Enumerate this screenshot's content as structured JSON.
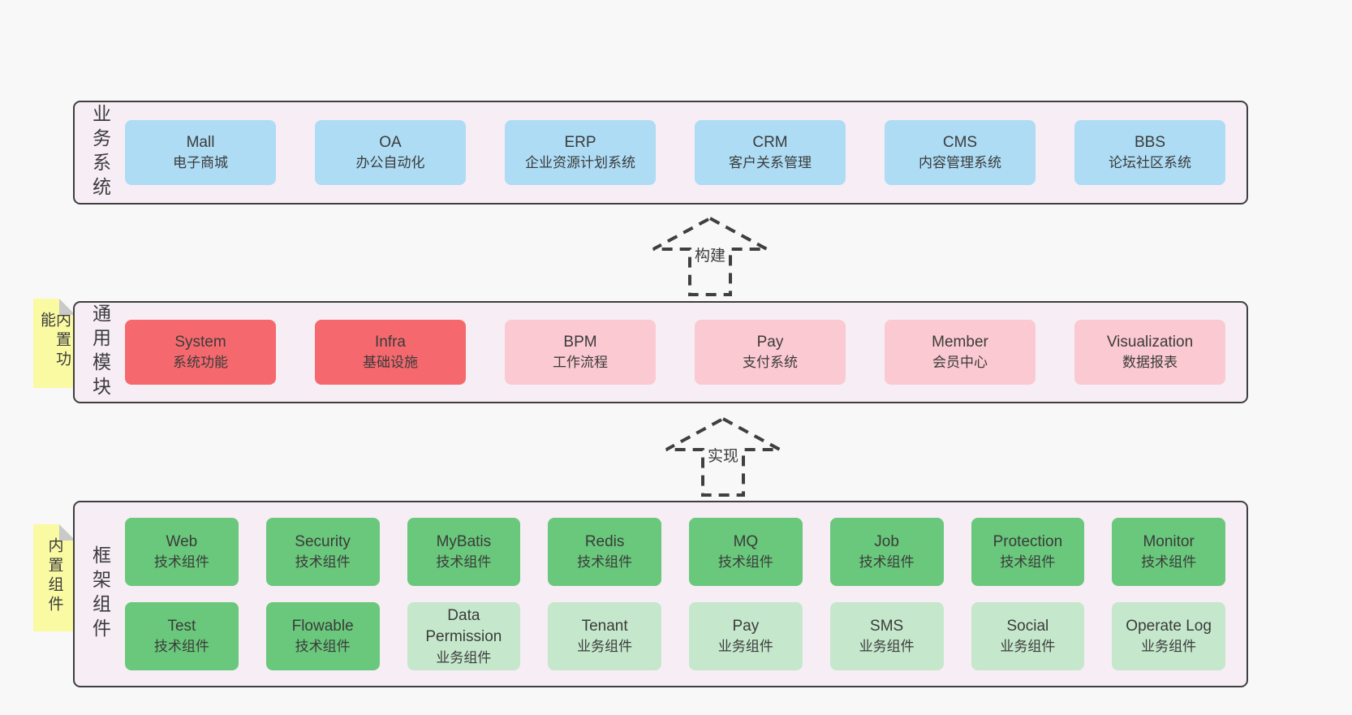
{
  "diagram": {
    "layers": [
      {
        "label": "业务系统",
        "boxes": [
          {
            "name": "Mall",
            "desc": "电子商城"
          },
          {
            "name": "OA",
            "desc": "办公自动化"
          },
          {
            "name": "ERP",
            "desc": "企业资源计划系统"
          },
          {
            "name": "CRM",
            "desc": "客户关系管理"
          },
          {
            "name": "CMS",
            "desc": "内容管理系统"
          },
          {
            "name": "BBS",
            "desc": "论坛社区系统"
          }
        ]
      },
      {
        "label": "通用模块",
        "sticky": "内置功能",
        "boxes": [
          {
            "name": "System",
            "desc": "系统功能"
          },
          {
            "name": "Infra",
            "desc": "基础设施"
          },
          {
            "name": "BPM",
            "desc": "工作流程"
          },
          {
            "name": "Pay",
            "desc": "支付系统"
          },
          {
            "name": "Member",
            "desc": "会员中心"
          },
          {
            "name": "Visualization",
            "desc": "数据报表"
          }
        ]
      },
      {
        "label": "框架组件",
        "sticky": "内置组件",
        "rows": [
          [
            {
              "name": "Web",
              "desc": "技术组件"
            },
            {
              "name": "Security",
              "desc": "技术组件"
            },
            {
              "name": "MyBatis",
              "desc": "技术组件"
            },
            {
              "name": "Redis",
              "desc": "技术组件"
            },
            {
              "name": "MQ",
              "desc": "技术组件"
            },
            {
              "name": "Job",
              "desc": "技术组件"
            },
            {
              "name": "Protection",
              "desc": "技术组件"
            },
            {
              "name": "Monitor",
              "desc": "技术组件"
            }
          ],
          [
            {
              "name": "Test",
              "desc": "技术组件"
            },
            {
              "name": "Flowable",
              "desc": "技术组件"
            },
            {
              "name": "Data Permission",
              "desc": "业务组件"
            },
            {
              "name": "Tenant",
              "desc": "业务组件"
            },
            {
              "name": "Pay",
              "desc": "业务组件"
            },
            {
              "name": "SMS",
              "desc": "业务组件"
            },
            {
              "name": "Social",
              "desc": "业务组件"
            },
            {
              "name": "Operate Log",
              "desc": "业务组件"
            }
          ]
        ]
      }
    ],
    "arrows": [
      {
        "label": "构建"
      },
      {
        "label": "实现"
      }
    ]
  },
  "colors": {
    "page_bg": "#f8f8f8",
    "panel_bg": "#f7edf5",
    "panel_border": "#3f3f3f",
    "business_box": "#addcf4",
    "core_module_box": "#f5696e",
    "optional_module_box": "#fbc9d1",
    "tech_component_box": "#69c87b",
    "biz_component_box": "#c5e8cc",
    "sticky_note": "#fafaa3",
    "sticky_fold": "#c9c9c9",
    "text": "#3b3b3b"
  }
}
